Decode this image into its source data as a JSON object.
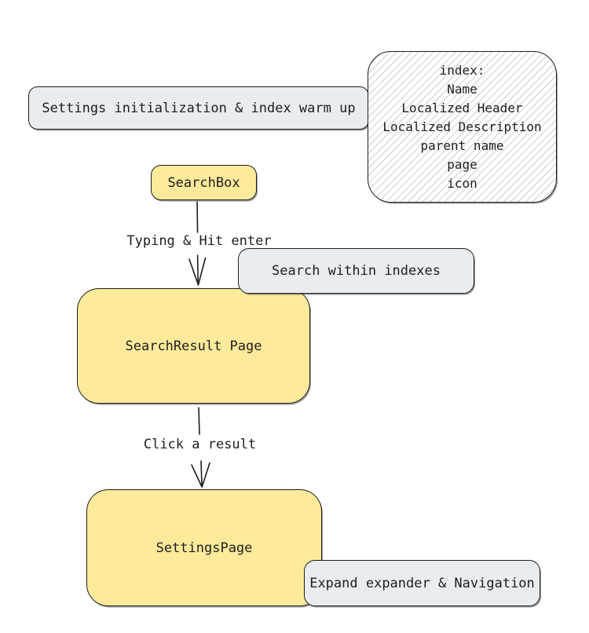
{
  "diagram": {
    "background": "#ffffff",
    "stroke_color": "#1e1e1e",
    "yellow_fill": "#fdea9b",
    "gray_fill": "#e9edf0",
    "hatch_line_color": "#dadada",
    "nodes": {
      "settings_init": {
        "label": "Settings initialization & index warm up",
        "fill": "#e9edf0"
      },
      "index_note": {
        "lines": [
          "index:",
          "Name",
          "Localized Header",
          "Localized Description",
          "parent name",
          "page",
          "icon"
        ],
        "fill": "hatched-white"
      },
      "searchbox": {
        "label": "SearchBox",
        "fill": "#fdea9b"
      },
      "search_within": {
        "label": "Search within indexes",
        "fill": "#e9edf0"
      },
      "search_result": {
        "label": "SearchResult Page",
        "fill": "#fdea9b"
      },
      "settings_page": {
        "label": "SettingsPage",
        "fill": "#fdea9b"
      },
      "expand_nav": {
        "label": "Expand expander & Navigation",
        "fill": "#e9edf0"
      }
    },
    "edges": {
      "typing": {
        "label": "Typing & Hit enter",
        "from": "searchbox",
        "to": "search_result"
      },
      "click": {
        "label": "Click a result",
        "from": "search_result",
        "to": "settings_page"
      }
    }
  }
}
